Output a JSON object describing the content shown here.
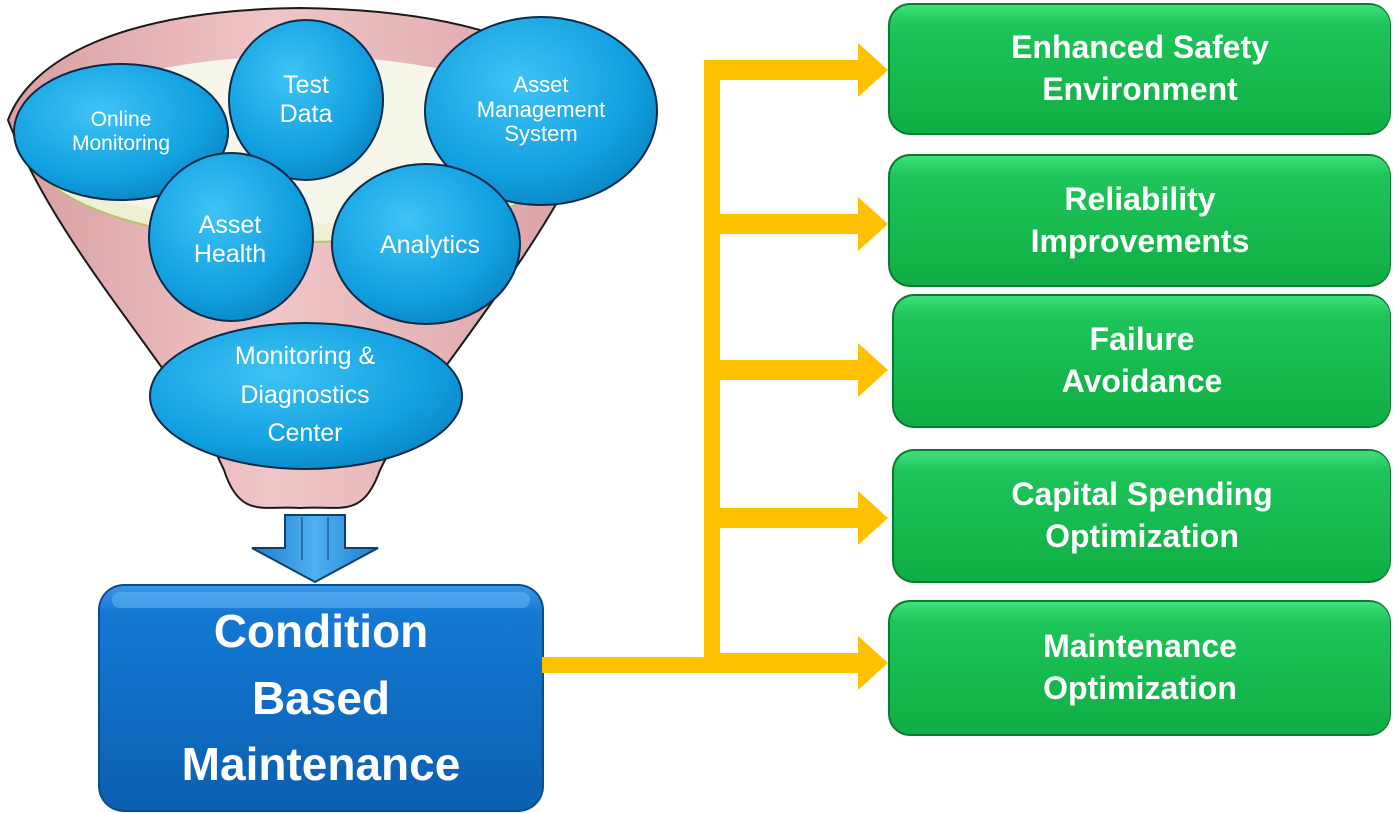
{
  "funnel_inputs": {
    "online_monitoring": "Online\nMonitoring",
    "test_data": "Test\nData",
    "asset_management_system": "Asset\nManagement\nSystem",
    "asset_health": "Asset\nHealth",
    "analytics": "Analytics",
    "monitoring_diagnostics_center": "Monitoring &\nDiagnostics\nCenter"
  },
  "central": {
    "label": "Condition\nBased\nMaintenance"
  },
  "outcomes": [
    {
      "label": "Enhanced Safety\nEnvironment"
    },
    {
      "label": "Reliability\nImprovements"
    },
    {
      "label": "Failure\nAvoidance"
    },
    {
      "label": "Capital Spending\nOptimization"
    },
    {
      "label": "Maintenance\nOptimization"
    }
  ],
  "colors": {
    "bubble_fill": "#1ca7e6",
    "bubble_stroke": "#0b2a4a",
    "funnel_fill": "#e8b9bb",
    "cbm_fill": "#0f6fc6",
    "outcome_fill": "#16c050",
    "connector": "#ffc000",
    "down_arrow": "#2f8fd8"
  }
}
